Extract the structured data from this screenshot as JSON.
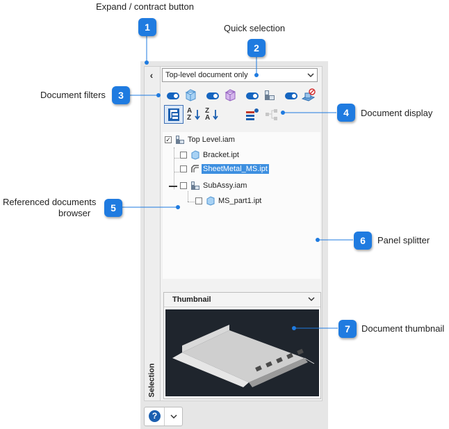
{
  "callouts": [
    {
      "num": "1",
      "text": "Expand / contract button"
    },
    {
      "num": "2",
      "text": "Quick selection"
    },
    {
      "num": "3",
      "text": "Document filters"
    },
    {
      "num": "4",
      "text": "Document display"
    },
    {
      "num": "5",
      "text": "Referenced documents browser"
    },
    {
      "num": "6",
      "text": "Panel splitter"
    },
    {
      "num": "7",
      "text": "Document thumbnail"
    }
  ],
  "callout5_line1": "Referenced documents",
  "callout5_line2": "browser",
  "panel": {
    "tab_label": "Selection",
    "collapse_icon": "chevron-left-icon",
    "quick_selection": "Top-level document only",
    "filters": [
      {
        "icon": "part-icon",
        "on": true,
        "color": "#8fc3ee"
      },
      {
        "icon": "sheetmetal-icon",
        "on": true,
        "color": "#c8a2e0"
      },
      {
        "icon": "assembly-icon",
        "on": true
      },
      {
        "icon": "exclude-icon",
        "on": true
      }
    ],
    "tree": [
      {
        "label": "Top Level.iam",
        "checked": true,
        "icon": "assembly-icon"
      },
      {
        "label": "Bracket.ipt",
        "checked": false,
        "icon": "part-icon"
      },
      {
        "label": "SheetMetal_MS.ipt",
        "checked": false,
        "icon": "sheetmetal-icon",
        "selected": true
      },
      {
        "label": "SubAssy.iam",
        "checked": false,
        "icon": "assembly-icon"
      },
      {
        "label": "MS_part1.ipt",
        "checked": false,
        "icon": "part-icon"
      }
    ],
    "thumbnail_title": "Thumbnail",
    "help_label": "?"
  },
  "colors": {
    "badge": "#1f7be0",
    "accent": "#1565c0",
    "selection": "#3d8fe0"
  }
}
